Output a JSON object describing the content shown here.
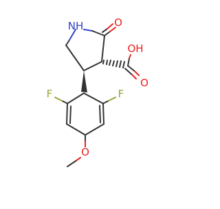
{
  "molecule": {
    "atoms": {
      "nh": "NH",
      "oh": "OH",
      "o_ketone": "O",
      "o_acid": "O",
      "o_methoxy": "O",
      "f_left": "F",
      "f_right": "F"
    },
    "colors": {
      "carbon_bond": "#333333",
      "oxygen": "#e8211f",
      "nitrogen": "#3040c8",
      "fluorine": "#9aa13a"
    }
  }
}
